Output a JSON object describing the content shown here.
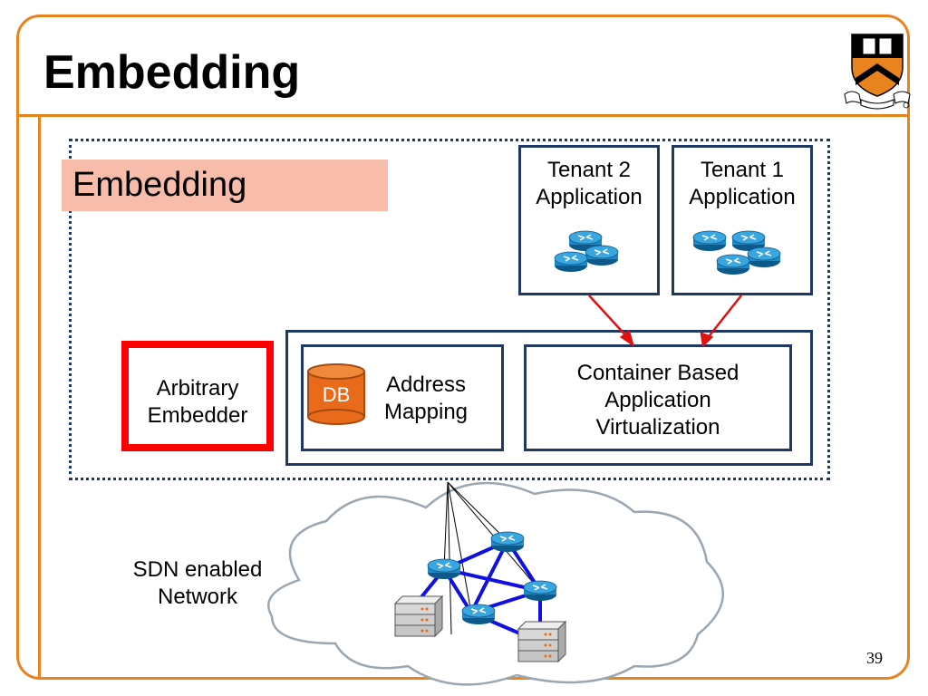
{
  "slide": {
    "title": "Embedding",
    "label_box": "Embedding",
    "page_number": "39"
  },
  "colors": {
    "accent_orange": "#e8831d",
    "navy": "#1f3864",
    "salmon": "#f8bcaa",
    "red": "#ff0000",
    "router_blue": "#1e88c8",
    "db_orange": "#e86a1a",
    "link_blue": "#1010e0"
  },
  "tenants": [
    {
      "line1": "Tenant 2",
      "line2": "Application"
    },
    {
      "line1": "Tenant 1",
      "line2": "Application"
    }
  ],
  "embedder": {
    "line1": "Arbitrary",
    "line2": "Embedder"
  },
  "address_mapping": {
    "db_label": "DB",
    "line1": "Address",
    "line2": "Mapping"
  },
  "container": {
    "line1": "Container Based",
    "line2": "Application",
    "line3": "Virtualization"
  },
  "network": {
    "line1": "SDN enabled",
    "line2": "Network"
  },
  "icons": [
    "university-shield-logo",
    "router-icon",
    "database-icon",
    "server-icon",
    "cloud-shape"
  ]
}
